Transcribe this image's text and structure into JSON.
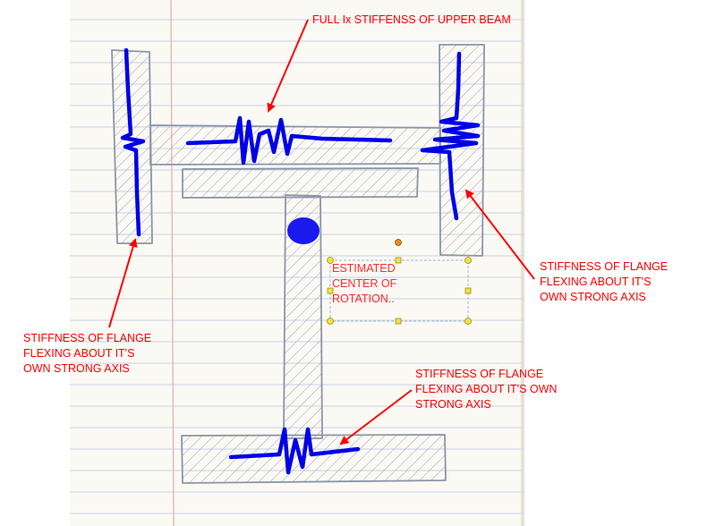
{
  "annotations": {
    "upper_beam": [
      "FULL Ix STIFFENSS OF UPPER BEAM"
    ],
    "left_flange": [
      "STIFFNESS OF FLANGE",
      "FLEXING ABOUT IT'S",
      "OWN STRONG AXIS"
    ],
    "right_flange": [
      "STIFFNESS OF FLANGE",
      "FLEXING ABOUT IT'S",
      "OWN STRONG AXIS"
    ],
    "bottom_flange": [
      "STIFFNESS OF FLANGE",
      "FLEXING ABOUT IT'S OWN",
      "STRONG AXIS"
    ],
    "center_of_rotation": [
      "ESTIMATED",
      "CENTER OF",
      "ROTATION.."
    ]
  },
  "colors": {
    "annotation": "#ff0000",
    "spring": "#0000e6",
    "pencil": "#8c96a8",
    "paper": "#fbf9f4",
    "ruled_line": "#c6d4ea",
    "margin_line": "#e9a9a9",
    "center_dot": "#1a1aee",
    "handle_yellow": "#f3e23a",
    "handle_orange": "#e98a2a"
  }
}
